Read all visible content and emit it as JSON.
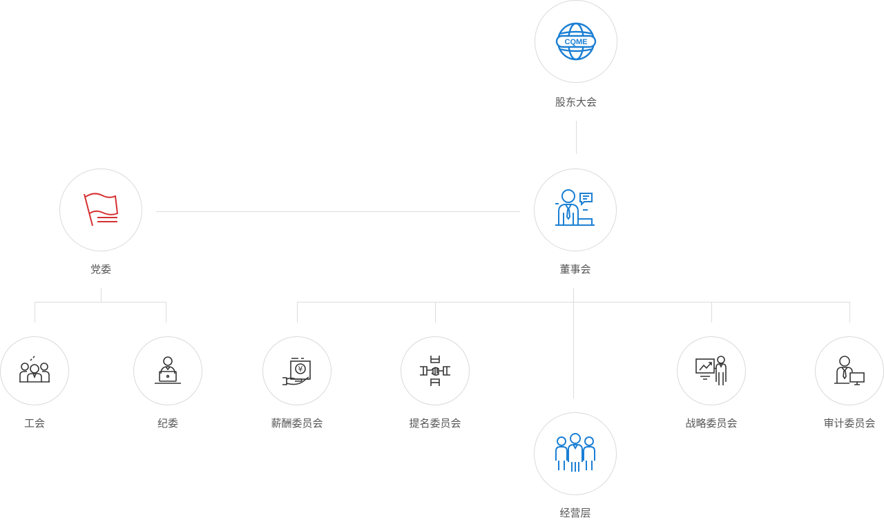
{
  "nodes": {
    "shareholders": {
      "label": "股东大会",
      "logo_text": "CQME"
    },
    "board": {
      "label": "董事会"
    },
    "party": {
      "label": "党委"
    },
    "union": {
      "label": "工会"
    },
    "discipline": {
      "label": "纪委"
    },
    "compensation": {
      "label": "薪酬委员会",
      "currency_symbol": "¥"
    },
    "nomination": {
      "label": "提名委员会"
    },
    "management": {
      "label": "经营层"
    },
    "strategy": {
      "label": "战略委员会"
    },
    "audit": {
      "label": "审计委员会"
    }
  },
  "colors": {
    "blue_icon": "#1a7fd4",
    "red_icon": "#d63031",
    "dark_icon": "#333333",
    "connector": "#dcdcdc",
    "circle_border": "#d9d9d9",
    "label_text": "#555555"
  },
  "icons": {
    "shareholders": "globe-logo-icon",
    "board": "presenter-icon",
    "party": "flag-icon",
    "union": "group-icon",
    "discipline": "laptop-person-icon",
    "compensation": "money-hand-icon",
    "nomination": "handshake-icon",
    "management": "team-icon",
    "strategy": "chart-presenter-icon",
    "audit": "computer-person-icon"
  }
}
